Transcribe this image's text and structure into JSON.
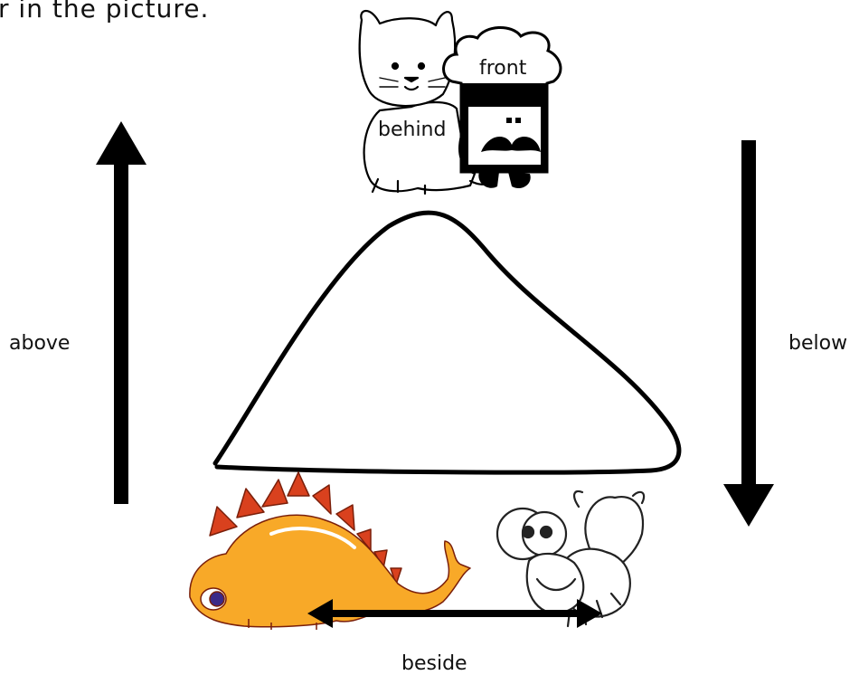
{
  "heading": "r in the picture.",
  "labels": {
    "front": "front",
    "behind": "behind",
    "above": "above",
    "below": "below",
    "beside": "beside"
  },
  "colors": {
    "ink": "#000000",
    "dino_body": "#f8a928",
    "dino_plates": "#d9411e",
    "chef_hat": "#ffffff"
  },
  "icons": [
    "cat-icon",
    "chef-icon",
    "dinosaur-icon",
    "fly-icon"
  ]
}
